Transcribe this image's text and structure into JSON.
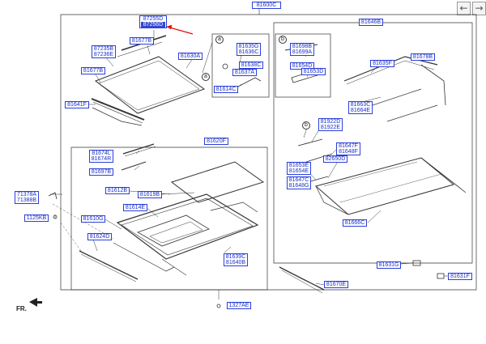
{
  "nav": {
    "back_icon": "arrow-left-icon",
    "forward_icon": "arrow-right-icon",
    "back_glyph": "←",
    "forward_glyph": "→"
  },
  "main_part": "81600C",
  "orientation_label": "FR.",
  "callouts": {
    "a": "a",
    "b": "b"
  },
  "labels": {
    "p87255D": "87255D",
    "p87256D": "87256D",
    "p81677B_top": "81677B",
    "p87235B": "87235B",
    "p87236E": "87236E",
    "p81677B_left": "81677B",
    "p81630A": "81630A",
    "p81641F": "81641F",
    "p81635G": "81635G",
    "p81636C": "81636C",
    "p81638C": "81638C",
    "p81637A": "81637A",
    "p81614C": "81614C",
    "p81698B": "81698B",
    "p81699A": "81699A",
    "p81654D": "81654D",
    "p81653D": "81653D",
    "p81646B": "81646B",
    "p81635F": "81635F",
    "p81678B": "81678B",
    "p81663C": "81663C",
    "p81664E": "81664E",
    "p81922D": "81922D",
    "p81922E": "81922E",
    "p81647F": "81647F",
    "p81648F": "81648F",
    "p82650D": "82650D",
    "p81653E": "81653E",
    "p81654E": "81654E",
    "p81647C": "81647C",
    "p81648G": "81648G",
    "p81666C": "81666C",
    "p81674L": "81674L",
    "p81674R": "81674R",
    "p81697B": "81697B",
    "p81620F": "81620F",
    "p81612B": "81612B",
    "p81619B": "81619B",
    "p81614E": "81614E",
    "p71378A": "71378A",
    "p71388B": "71388B",
    "p1125KB": "1125KB",
    "p81610G": "81610G",
    "p81624D": "81624D",
    "p81639C": "81639C",
    "p81640B": "81640B",
    "p81631G": "81631G",
    "p81631F": "81631F",
    "p81670E": "81670E",
    "p1327AE": "1327AE"
  },
  "colors": {
    "label_border": "#2b3fd8",
    "label_text": "#1a2fc8",
    "selected_fill": "#3347d6",
    "pointer_arrow": "#e01010",
    "line": "#333333"
  }
}
